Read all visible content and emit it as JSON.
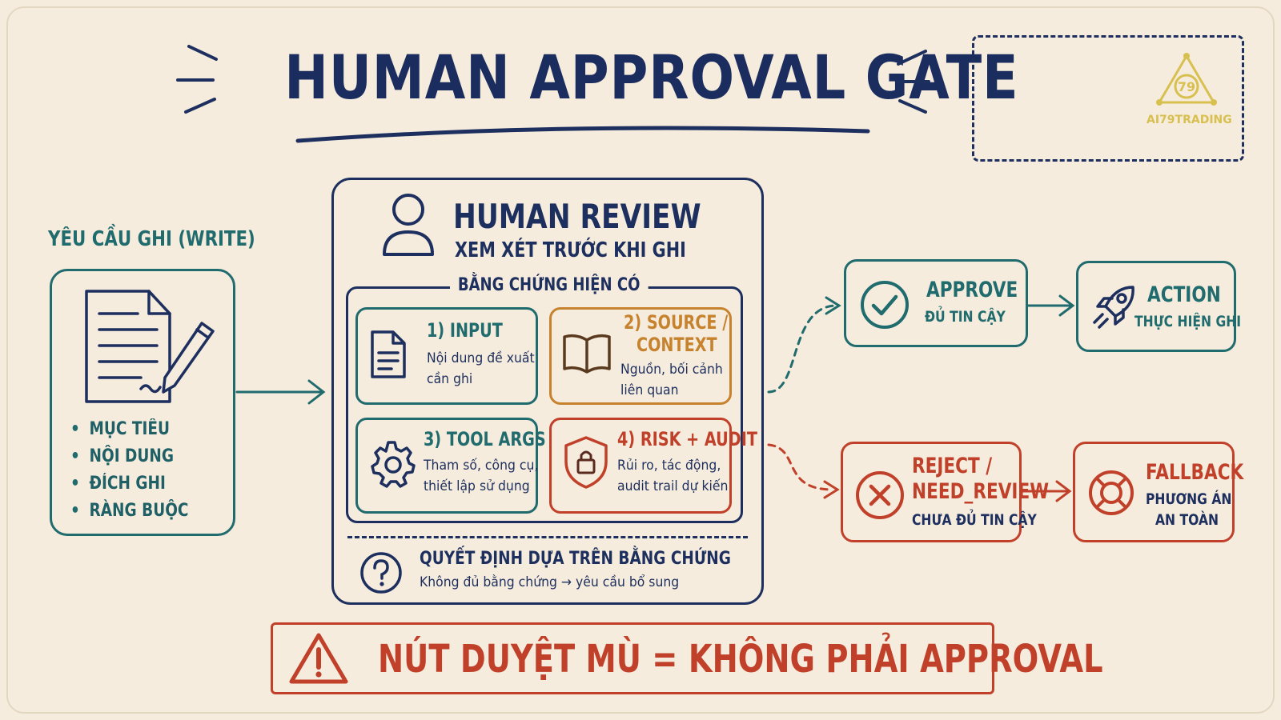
{
  "title": "HUMAN APPROVAL GATE",
  "logo": {
    "badge": "79",
    "text": "AI79TRADING"
  },
  "write_request": {
    "title": "YÊU CẦU GHI (WRITE)",
    "items": [
      "MỤC TIÊU",
      "NỘI DUNG",
      "ĐÍCH GHI",
      "RÀNG BUỘC"
    ]
  },
  "review": {
    "title": "HUMAN REVIEW",
    "subtitle": "XEM XÉT TRƯỚC KHI GHI",
    "evidence_label": "BẰNG CHỨNG HIỆN CÓ",
    "cards": [
      {
        "title_1": "1) INPUT",
        "title_2": "",
        "desc_1": "Nội dung đề xuất",
        "desc_2": "cần ghi"
      },
      {
        "title_1": "2) SOURCE /",
        "title_2": "CONTEXT",
        "desc_1": "Nguồn, bối cảnh",
        "desc_2": "liên quan"
      },
      {
        "title_1": "3) TOOL ARGS",
        "title_2": "",
        "desc_1": "Tham số, công cụ,",
        "desc_2": "thiết lập sử dụng"
      },
      {
        "title_1": "4) RISK + AUDIT",
        "title_2": "",
        "desc_1": "Rủi ro, tác động,",
        "desc_2": "audit trail dự kiến"
      }
    ],
    "decision_title": "QUYẾT ĐỊNH DỰA TRÊN BẰNG CHỨNG",
    "decision_desc": "Không đủ bằng chứng → yêu cầu bổ sung"
  },
  "outcomes": {
    "approve": {
      "title": "APPROVE",
      "sub": "ĐỦ TIN CẬY"
    },
    "action": {
      "title": "ACTION",
      "sub": "THỰC HIỆN GHI"
    },
    "reject": {
      "title_1": "REJECT /",
      "title_2": "NEED_REVIEW",
      "sub": "CHƯA ĐỦ TIN CẬY"
    },
    "fallback": {
      "title": "FALLBACK",
      "sub_1": "PHƯƠNG ÁN",
      "sub_2": "AN TOÀN"
    }
  },
  "warning": "NÚT DUYỆT MÙ = KHÔNG PHẢI APPROVAL",
  "colors": {
    "navy": "#1d2f5e",
    "teal": "#1f6b6e",
    "orange": "#c7822e",
    "red": "#c0402a",
    "background": "#f6ecdd",
    "gold": "#d8c050"
  }
}
